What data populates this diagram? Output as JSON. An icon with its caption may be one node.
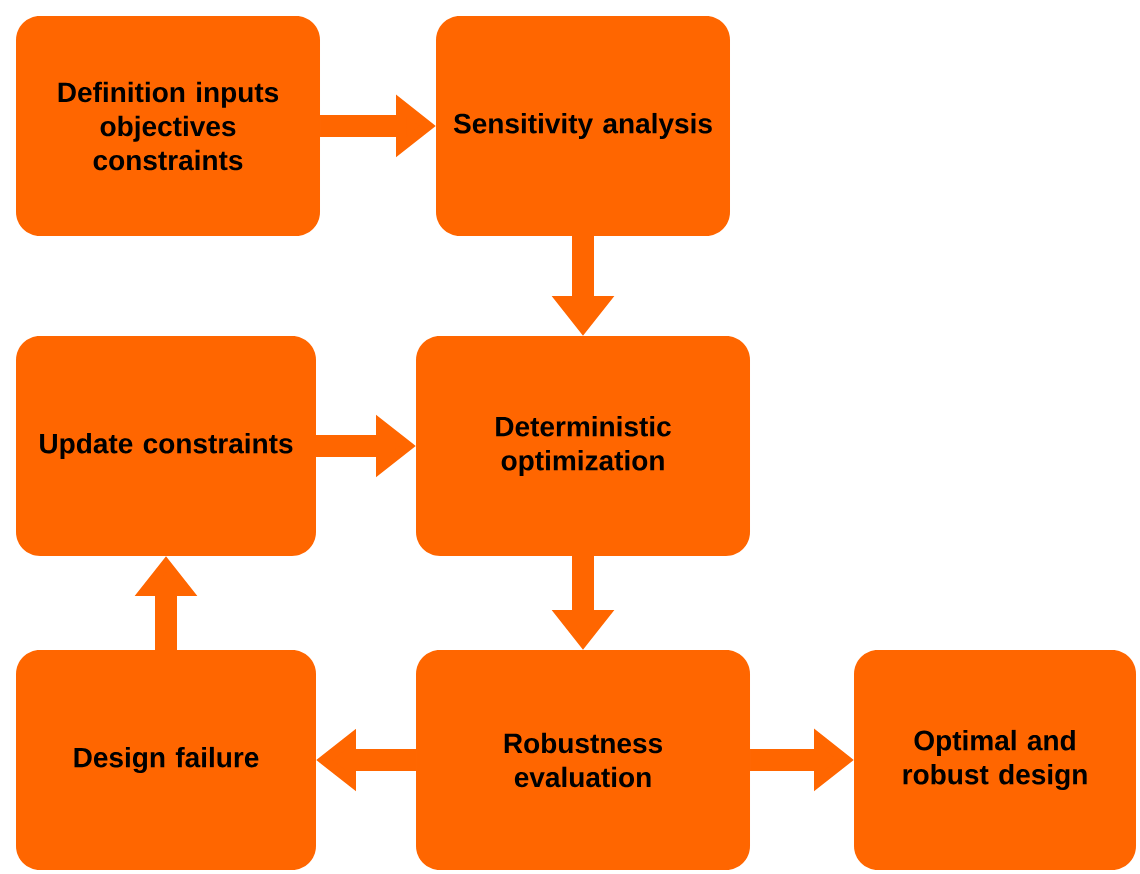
{
  "diagram": {
    "nodes": [
      {
        "text": [
          "Definition inputs objectives constraints"
        ]
      },
      {
        "text": [
          "Sensitivity analysis"
        ]
      },
      {
        "text": [
          "Update constraints"
        ]
      },
      {
        "text": [
          "Deterministic optimization"
        ]
      },
      {
        "text": [
          "Design failure"
        ]
      },
      {
        "text": [
          "Robustness evaluation"
        ]
      },
      {
        "text": [
          "Optimal and robust design"
        ]
      }
    ],
    "edges": [
      {
        "from": 0,
        "to": 1,
        "arrow": "to"
      },
      {
        "from": 1,
        "to": 3,
        "arrow": "to"
      },
      {
        "from": 2,
        "to": 3,
        "arrow": "to"
      },
      {
        "from": 3,
        "to": 5,
        "arrow": "to"
      },
      {
        "from": 5,
        "to": 4,
        "arrow": "to"
      },
      {
        "from": 4,
        "to": 2,
        "arrow": "to"
      },
      {
        "from": 5,
        "to": 6,
        "arrow": "to"
      }
    ]
  }
}
